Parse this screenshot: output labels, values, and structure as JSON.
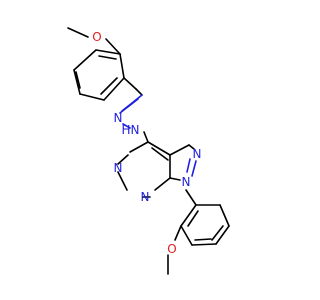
{
  "colors": {
    "carbon_bond": "#000000",
    "nitrogen": "#1f1fe0",
    "oxygen": "#e01f1f",
    "background": "#ffffff"
  },
  "atoms": {
    "o_top": "O",
    "n_hydrazone_1": "N",
    "hn_hydrazone_2": "N",
    "hn_hydrazone_h": "H",
    "n_pyrimidine_1": "N",
    "n_pyrimidine_3": "N",
    "n_pyrazole_2": "N",
    "n_pyrazole_1": "N",
    "o_bottom": "O"
  }
}
